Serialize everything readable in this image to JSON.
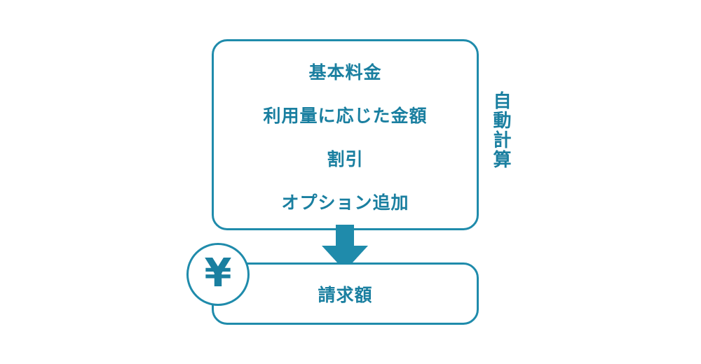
{
  "colors": {
    "stroke": "#1f8bab",
    "text": "#1a7fa0",
    "arrow": "#1f8bab"
  },
  "process_box": {
    "items": [
      "基本料金",
      "利用量に応じた金額",
      "割引",
      "オプション追加"
    ]
  },
  "side_label": "自動計算",
  "arrow_icon": "down-arrow-icon",
  "result_box": {
    "label": "請求額",
    "icon": "yen-icon",
    "icon_glyph": "¥"
  }
}
